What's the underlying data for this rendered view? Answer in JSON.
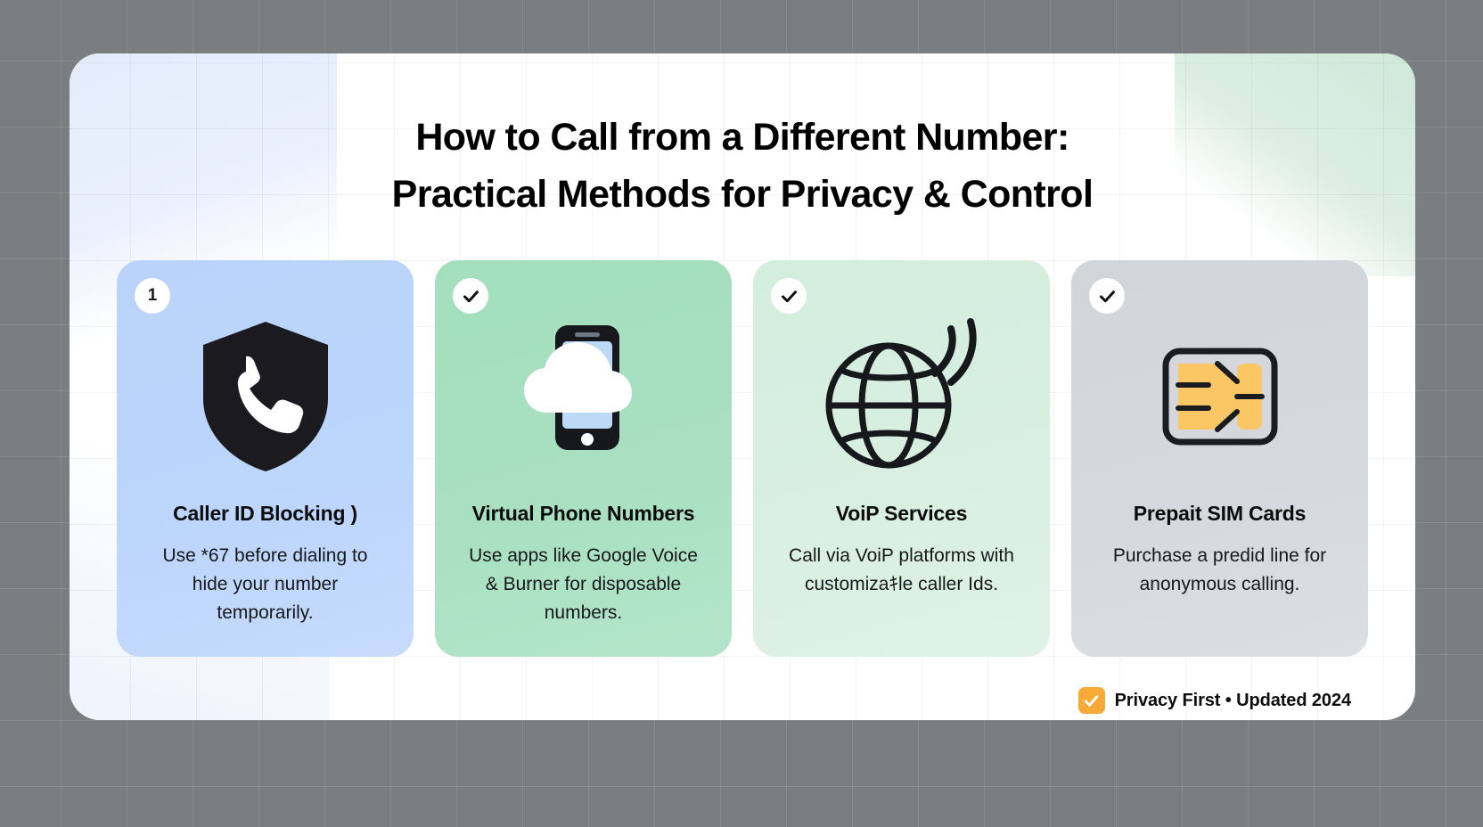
{
  "title": {
    "line1": "How to Call from a Different Number:",
    "line2": "Practical Methods for Privacy & Control"
  },
  "cards": [
    {
      "badge": "1",
      "badge_icon": "number-badge",
      "icon": "shield-phone-icon",
      "title": "Caller ID Blocking )",
      "body": "Use *67 before dialing to hide your number temporarily.",
      "color": "#bcd5fb"
    },
    {
      "badge": "",
      "badge_icon": "check-icon",
      "icon": "cloud-phone-icon",
      "title": "Virtual Phone Numbers",
      "body": "Use apps like Google Voice & Burner for disposable numbers.",
      "color": "#a8e0c1"
    },
    {
      "badge": "",
      "badge_icon": "check-icon",
      "icon": "globe-signal-icon",
      "title": "VoiP Services",
      "body": "Call via VoiP platforms with customizaｷle caller Ids.",
      "color": "#d8efe1"
    },
    {
      "badge": "",
      "badge_icon": "check-icon",
      "icon": "sim-card-icon",
      "title": "Prepait SIM Cards",
      "body": "Purchase a predid line for anonymous calling.",
      "color": "#d5d8dc"
    }
  ],
  "footer": {
    "icon": "checkbox-checked-icon",
    "text": "Privacy First • Updated 2024",
    "accent": "#f6ab39"
  }
}
